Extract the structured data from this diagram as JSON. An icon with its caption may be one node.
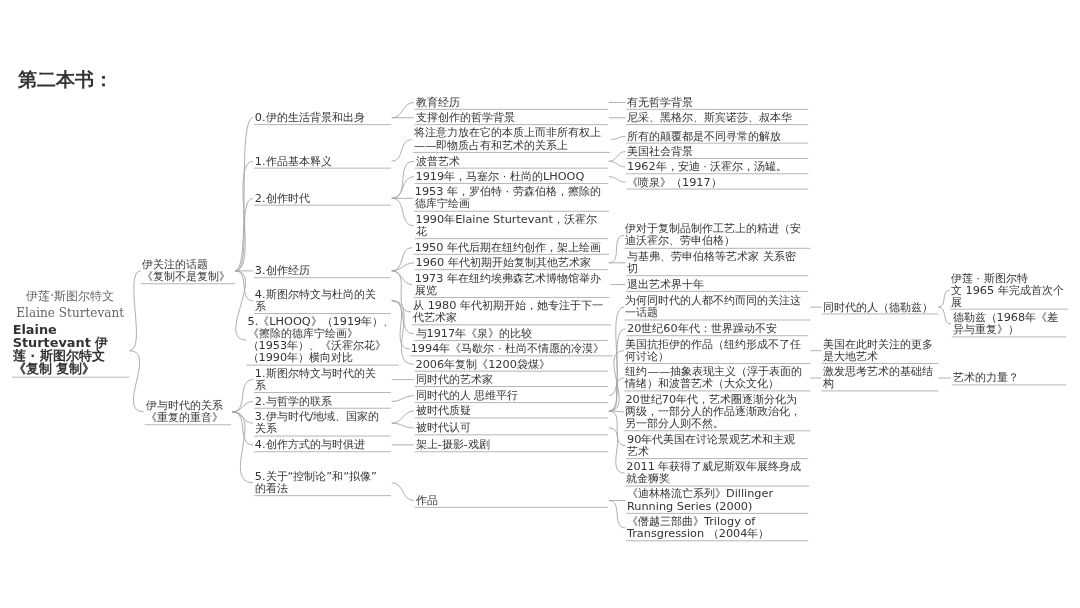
{
  "diagram": {
    "title": "第二本书：",
    "labels": [
      "伊莲·斯图尔特文",
      "Elaine Sturtevant"
    ],
    "nodes": [
      {
        "text": [
          "Elaine Sturtevant 伊莲 · 斯图尔特文《复制 复制》"
        ]
      },
      {
        "text": [
          "伊关注的话题《复制不是复制》"
        ]
      },
      {
        "text": [
          "0.伊的生活背景和出身"
        ]
      },
      {
        "text": [
          "教育经历"
        ]
      },
      {
        "text": [
          "有无哲学背景"
        ]
      },
      {
        "text": [
          "支撑创作的哲学背景"
        ]
      },
      {
        "text": [
          "尼采、黑格尔、斯宾诺莎、叔本华"
        ]
      },
      {
        "text": [
          "1.作品基本释义"
        ]
      },
      {
        "text": [
          "将注意力放在它的本质上而非所有权上——即物质占有和艺术的关系上"
        ]
      },
      {
        "text": [
          "所有的颠覆都是不同寻常的解放"
        ]
      },
      {
        "text": [
          "2.创作时代"
        ]
      },
      {
        "text": [
          "波普艺术"
        ]
      },
      {
        "text": [
          "美国社会背景"
        ]
      },
      {
        "text": [
          "1962年，安迪 · 沃霍尔，汤罐。"
        ]
      },
      {
        "text": [
          "1919年，马塞尔 · 杜尚的LHOOQ"
        ]
      },
      {
        "text": [
          "《喷泉》（1917）"
        ]
      },
      {
        "text": [
          "1953 年，罗伯特 · 劳森伯格，擦除的德库宁绘画"
        ]
      },
      {
        "text": [
          "1990年Elaine Sturtevant，沃霍尔花"
        ]
      },
      {
        "text": [
          "3.创作经历"
        ]
      },
      {
        "text": [
          "1950 年代后期在纽约创作，架上绘画"
        ]
      },
      {
        "text": [
          "1960 年代初期开始复制其他艺术家"
        ]
      },
      {
        "text": [
          "伊对于复制品制作工艺上的精进（安迪沃霍尔、劳申伯格）"
        ]
      },
      {
        "text": [
          "与基弗、劳申伯格等艺术家 关系密切"
        ]
      },
      {
        "text": [
          "1973 年在纽约埃弗森艺术博物馆举办展览"
        ]
      },
      {
        "text": [
          "退出艺术界十年"
        ]
      },
      {
        "text": [
          "从 1980 年代初期开始，她专注于下一代艺术家"
        ]
      },
      {
        "text": [
          "4.斯图尔特文与杜尚的关系"
        ]
      },
      {
        "text": [
          "与1917年《泉》的比较"
        ]
      },
      {
        "text": [
          "1994年《马歇尔 · 杜尚不情愿的冷漠》"
        ]
      },
      {
        "text": [
          "2006年复制《1200袋煤》"
        ]
      },
      {
        "text": [
          "5.《LHOOQ》（1919年）、《擦除的德库宁绘画》（1953年）、《沃霍尔花》（1990年）横向对比"
        ]
      },
      {
        "text": [
          "伊与时代的关系《重复的重音》"
        ]
      },
      {
        "text": [
          "1.斯图尔特文与时代的关系"
        ]
      },
      {
        "text": [
          "同时代的艺术家"
        ]
      },
      {
        "text": [
          "2.与哲学的联系"
        ]
      },
      {
        "text": [
          "同时代的人 思维平行"
        ]
      },
      {
        "text": [
          "为何同时代的人都不约而同的关注这一话题"
        ]
      },
      {
        "text": [
          "同时代的人（德勒兹）"
        ]
      },
      {
        "text": [
          "伊莲 · 斯图尔特文 1965 年完成首次个展"
        ]
      },
      {
        "text": [
          "德勒兹（1968年《差异与重复》）"
        ]
      },
      {
        "text": [
          "3.伊与时代/地域、国家的关系"
        ]
      },
      {
        "text": [
          "被时代质疑"
        ]
      },
      {
        "text": [
          "20世纪60年代：世界躁动不安"
        ]
      },
      {
        "text": [
          "美国抗拒伊的作品（纽约形成不了任何讨论）"
        ]
      },
      {
        "text": [
          "美国在此时关注的更多是大地艺术"
        ]
      },
      {
        "text": [
          "纽约——抽象表现主义（浮于表面的情绪）和波普艺术（大众文化）"
        ]
      },
      {
        "text": [
          "激发思考艺术的基础结构"
        ]
      },
      {
        "text": [
          "艺术的力量？"
        ]
      },
      {
        "text": [
          "20世纪70年代，艺术圈逐渐分化为两级，一部分人的作品逐渐政治化，另一部分人则不然。"
        ]
      },
      {
        "text": [
          "90年代美国在讨论景观艺术和主观艺术"
        ]
      },
      {
        "text": [
          "被时代认可"
        ]
      },
      {
        "text": [
          "2011 年获得了威尼斯双年展终身成就金狮奖"
        ]
      },
      {
        "text": [
          "4.创作方式的与时俱进"
        ]
      },
      {
        "text": [
          "架上-摄影-戏剧"
        ]
      },
      {
        "text": [
          "5.关于“控制论”和“拟像”的看法"
        ]
      },
      {
        "text": [
          "作品"
        ]
      },
      {
        "text": [
          "《迪林格流亡系列》Dillinger Running Series (2000)"
        ]
      },
      {
        "text": [
          "《僭越三部曲》Trilogy of Transgression （2004年）"
        ]
      }
    ],
    "edges": [
      {
        "from": 0,
        "to": 1,
        "arrow": "none"
      },
      {
        "from": 1,
        "to": 2,
        "arrow": "none"
      },
      {
        "from": 2,
        "to": 3,
        "arrow": "none"
      },
      {
        "from": 3,
        "to": 4,
        "arrow": "none"
      },
      {
        "from": 2,
        "to": 5,
        "arrow": "none"
      },
      {
        "from": 5,
        "to": 6,
        "arrow": "none"
      },
      {
        "from": 1,
        "to": 7,
        "arrow": "none"
      },
      {
        "from": 7,
        "to": 8,
        "arrow": "none"
      },
      {
        "from": 8,
        "to": 9,
        "arrow": "none"
      },
      {
        "from": 1,
        "to": 10,
        "arrow": "none"
      },
      {
        "from": 10,
        "to": 11,
        "arrow": "none"
      },
      {
        "from": 11,
        "to": 12,
        "arrow": "none"
      },
      {
        "from": 11,
        "to": 13,
        "arrow": "none"
      },
      {
        "from": 10,
        "to": 14,
        "arrow": "none"
      },
      {
        "from": 14,
        "to": 15,
        "arrow": "none"
      },
      {
        "from": 10,
        "to": 16,
        "arrow": "none"
      },
      {
        "from": 10,
        "to": 17,
        "arrow": "none"
      },
      {
        "from": 1,
        "to": 18,
        "arrow": "none"
      },
      {
        "from": 18,
        "to": 19,
        "arrow": "none"
      },
      {
        "from": 18,
        "to": 20,
        "arrow": "none"
      },
      {
        "from": 20,
        "to": 21,
        "arrow": "none"
      },
      {
        "from": 20,
        "to": 22,
        "arrow": "none"
      },
      {
        "from": 18,
        "to": 23,
        "arrow": "none"
      },
      {
        "from": 23,
        "to": 24,
        "arrow": "none"
      },
      {
        "from": 18,
        "to": 25,
        "arrow": "none"
      },
      {
        "from": 1,
        "to": 26,
        "arrow": "none"
      },
      {
        "from": 26,
        "to": 27,
        "arrow": "none"
      },
      {
        "from": 26,
        "to": 28,
        "arrow": "none"
      },
      {
        "from": 26,
        "to": 29,
        "arrow": "none"
      },
      {
        "from": 1,
        "to": 30,
        "arrow": "none"
      },
      {
        "from": 0,
        "to": 31,
        "arrow": "none"
      },
      {
        "from": 31,
        "to": 32,
        "arrow": "none"
      },
      {
        "from": 32,
        "to": 33,
        "arrow": "none"
      },
      {
        "from": 31,
        "to": 34,
        "arrow": "none"
      },
      {
        "from": 34,
        "to": 35,
        "arrow": "none"
      },
      {
        "from": 35,
        "to": 36,
        "arrow": "none"
      },
      {
        "from": 36,
        "to": 37,
        "arrow": "none"
      },
      {
        "from": 37,
        "to": 38,
        "arrow": "none"
      },
      {
        "from": 37,
        "to": 39,
        "arrow": "none"
      },
      {
        "from": 31,
        "to": 40,
        "arrow": "none"
      },
      {
        "from": 40,
        "to": 41,
        "arrow": "none"
      },
      {
        "from": 41,
        "to": 42,
        "arrow": "none"
      },
      {
        "from": 41,
        "to": 43,
        "arrow": "none"
      },
      {
        "from": 43,
        "to": 44,
        "arrow": "none"
      },
      {
        "from": 41,
        "to": 45,
        "arrow": "none"
      },
      {
        "from": 45,
        "to": 46,
        "arrow": "none"
      },
      {
        "from": 46,
        "to": 47,
        "arrow": "none"
      },
      {
        "from": 41,
        "to": 48,
        "arrow": "none"
      },
      {
        "from": 41,
        "to": 49,
        "arrow": "none"
      },
      {
        "from": 40,
        "to": 50,
        "arrow": "none"
      },
      {
        "from": 50,
        "to": 51,
        "arrow": "none"
      },
      {
        "from": 31,
        "to": 52,
        "arrow": "none"
      },
      {
        "from": 52,
        "to": 53,
        "arrow": "none"
      },
      {
        "from": 31,
        "to": 54,
        "arrow": "none"
      },
      {
        "from": 54,
        "to": 55,
        "arrow": "none"
      },
      {
        "from": 55,
        "to": 56,
        "arrow": "none"
      },
      {
        "from": 55,
        "to": 57,
        "arrow": "none"
      }
    ]
  }
}
